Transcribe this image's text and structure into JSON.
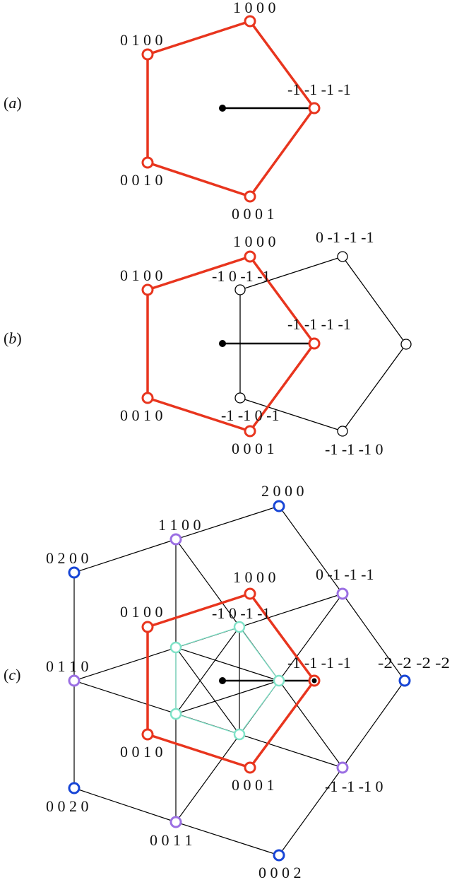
{
  "colors": {
    "red": "#e8351e",
    "purple": "#9b6fe3",
    "blue": "#1745d6",
    "cyan": "#7fe3c8",
    "line": "#000000",
    "white": "#ffffff"
  },
  "panels": [
    {
      "id": "a",
      "label": "(a)",
      "red_vertices": [
        {
          "key": "top",
          "label": "1 0 0 0"
        },
        {
          "key": "upper_left",
          "label": "0 1 0 0"
        },
        {
          "key": "lower_left",
          "label": "0 0 1 0"
        },
        {
          "key": "bottom",
          "label": "0 0 0 1"
        },
        {
          "key": "right",
          "label": "-1 -1 -1 -1"
        }
      ]
    },
    {
      "id": "b",
      "label": "(b)",
      "red_vertices": [
        {
          "key": "top",
          "label": "1 0 0 0"
        },
        {
          "key": "upper_left",
          "label": "0 1 0 0"
        },
        {
          "key": "lower_left",
          "label": "0 0 1 0"
        },
        {
          "key": "bottom",
          "label": "0 0 0 1"
        },
        {
          "key": "right",
          "label": "-1 -1 -1 -1"
        }
      ],
      "shifted_vertices": [
        {
          "key": "upper_left",
          "label": "-1 0 -1 -1"
        },
        {
          "key": "top",
          "label": "0 -1 -1 -1"
        },
        {
          "key": "right",
          "label": ""
        },
        {
          "key": "bottom",
          "label": "-1 -1 -1 0"
        },
        {
          "key": "lower_left",
          "label": "-1 -1 0 -1"
        }
      ]
    },
    {
      "id": "c",
      "label": "(c)",
      "red_vertices": [
        {
          "key": "top",
          "label": "1 0 0 0"
        },
        {
          "key": "upper_left",
          "label": "0 1 0 0"
        },
        {
          "key": "lower_left",
          "label": "0 0 1 0"
        },
        {
          "key": "bottom",
          "label": "0 0 0 1"
        },
        {
          "key": "right",
          "label": "-1 -1 -1 -1"
        }
      ],
      "purple_vertices": [
        {
          "key": "p1",
          "label": "1 1 0 0"
        },
        {
          "key": "p2",
          "label": "0 1 1 0"
        },
        {
          "key": "p3",
          "label": "0 0 1 1"
        },
        {
          "key": "p4",
          "label": "-1 -1 -1 0"
        },
        {
          "key": "p5",
          "label": "0 -1 -1 -1"
        }
      ],
      "blue_vertices": [
        {
          "key": "b1",
          "label": "2 0 0 0"
        },
        {
          "key": "b2",
          "label": "0 2 0 0"
        },
        {
          "key": "b3",
          "label": "0 0 2 0"
        },
        {
          "key": "b4",
          "label": "0 0 0 2"
        },
        {
          "key": "b5",
          "label": "-2 -2 -2 -2"
        }
      ],
      "cyan_vertices": [
        {
          "key": "c1",
          "label": "-1 0 -1 -1"
        },
        {
          "key": "c2",
          "label": ""
        },
        {
          "key": "c3",
          "label": ""
        },
        {
          "key": "c4",
          "label": ""
        },
        {
          "key": "c5",
          "label": ""
        }
      ]
    }
  ]
}
